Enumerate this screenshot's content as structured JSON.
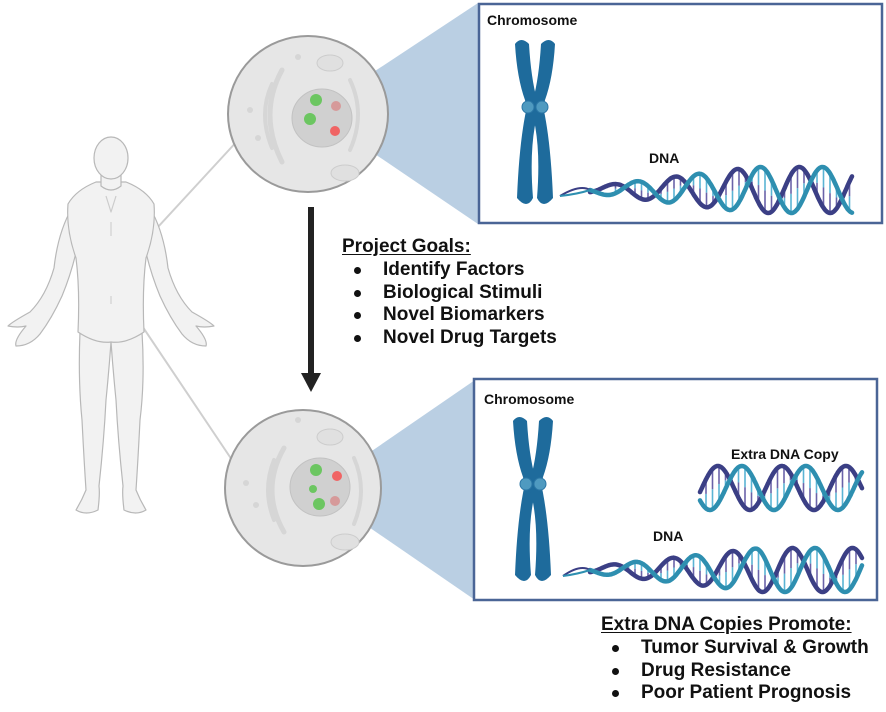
{
  "figure": {
    "human_figure": {
      "icon": "human-body-icon"
    },
    "top_cell": {
      "icon": "cell-icon",
      "nucleus_markers": {
        "green": 2,
        "red": 2
      }
    },
    "bottom_cell": {
      "icon": "cell-icon",
      "nucleus_markers": {
        "green": 3,
        "red": 2
      }
    },
    "process_arrow": {
      "icon": "arrow-down-icon"
    },
    "top_panel": {
      "chromosome_label": "Chromosome",
      "dna_label": "DNA"
    },
    "bottom_panel": {
      "chromosome_label": "Chromosome",
      "dna_label": "DNA",
      "extra_dna_label": "Extra DNA Copy"
    },
    "project_goals": {
      "heading": "Project Goals:",
      "items": [
        "Identify Factors",
        "Biological Stimuli",
        "Novel Biomarkers",
        "Novel Drug Targets"
      ]
    },
    "extra_dna_effects": {
      "heading": "Extra DNA Copies Promote:",
      "items": [
        "Tumor Survival & Growth",
        "Drug Resistance",
        "Poor Patient Prognosis"
      ]
    }
  },
  "colors": {
    "panel_border": "#4a6596",
    "zoom_cone": "#a9c3dc",
    "chromosome": "#1e6b9c",
    "dna_strand_a": "#2e8fb0",
    "dna_strand_b": "#3b3f85",
    "cell_fill": "#e6e6e6",
    "cell_outline": "#9a9a9a",
    "nucleus_green": "#6cc661",
    "nucleus_red": "#f06464",
    "arrow": "#222222"
  }
}
